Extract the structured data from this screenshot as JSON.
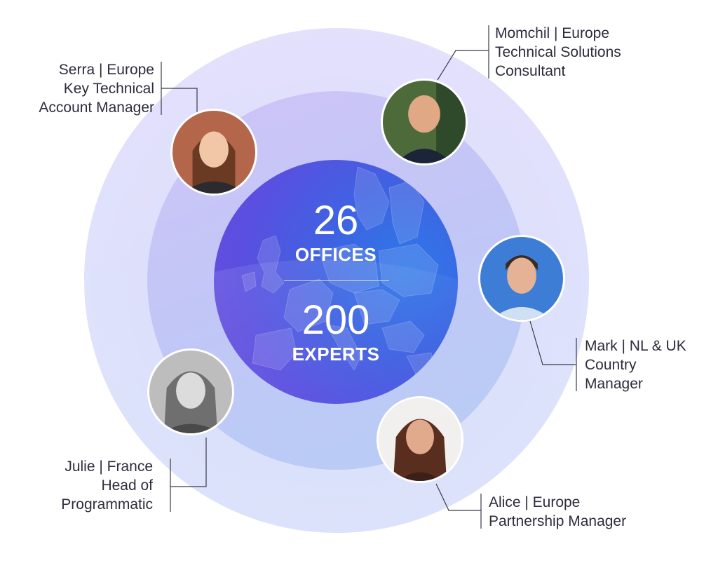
{
  "stats": {
    "offices_number": "26",
    "offices_label": "OFFICES",
    "experts_number": "200",
    "experts_label": "EXPERTS"
  },
  "people": {
    "serra": {
      "line1": "Serra  |  Europe",
      "line2": "Key Technical",
      "line3": "Account Manager"
    },
    "momchil": {
      "line1": "Momchil  |  Europe",
      "line2": "Technical Solutions",
      "line3": "Consultant"
    },
    "mark": {
      "line1": "Mark  |  NL & UK",
      "line2": "Country",
      "line3": "Manager"
    },
    "julie": {
      "line1": "Julie  |  France",
      "line2": "Head of",
      "line3": "Programmatic"
    },
    "alice": {
      "line1": "Alice  |  Europe",
      "line2": "Partnership Manager"
    }
  },
  "colors": {
    "outer_ring": "#e2e3fb",
    "inner_ring": "#c6c8f7",
    "core_blue": "#2f78e8",
    "core_purple": "#6a4ddc",
    "text": "#2d2d3d",
    "connector": "#3a3a4a"
  }
}
